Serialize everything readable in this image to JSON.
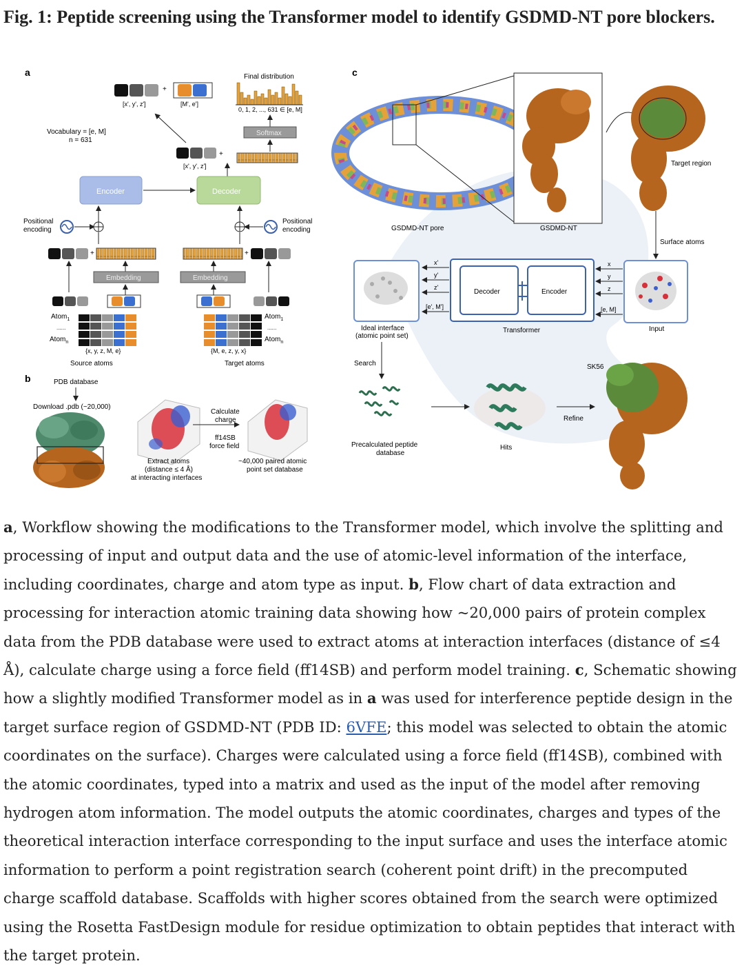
{
  "title": "Fig. 1: Peptide screening using the Transformer model to identify GSDMD-NT pore blockers.",
  "panels": {
    "a": {
      "letter": "a",
      "vocab_line1": "Vocabulary = [e, M]",
      "vocab_line2": "n = 631",
      "encoder": "Encoder",
      "decoder": "Decoder",
      "softmax": "Softmax",
      "final_distribution": "Final distribution",
      "final_axis": "0, 1, 2, ..., 631  ∈ [e, M]",
      "xyz_label": "[x', y', z']",
      "me_label": "[M', e']",
      "xyz_label2": "[x', y', z']",
      "positional_left": "Positional encoding",
      "positional_right": "Positional encoding",
      "embedding_left": "Embedding",
      "embedding_right": "Embedding",
      "atom1_left": "Atom1",
      "atomn_left": "Atomn",
      "dots": "......",
      "source_tuple": "{x, y, z, M, e}",
      "source_atoms": "Source atoms",
      "atom1_right": "Atom1",
      "atomn_right": "Atomn",
      "target_tuple": "{M, e, z, y, x}",
      "target_atoms": "Target atoms"
    },
    "b": {
      "letter": "b",
      "pdb_database": "PDB database",
      "download": "Download .pdb (~20,000)",
      "calculate_charge": "Calculate charge",
      "force_field": "ff14SB force field",
      "extract_atoms": "Extract atoms (distance ≤ 4 Å) at interacting interfaces",
      "paired_db": "~40,000 paired atomic point set database"
    },
    "c": {
      "letter": "c",
      "pore_label": "GSDMD-NT pore",
      "gsdmd_label": "GSDMD-NT",
      "target_region": "Target region",
      "surface_atoms": "Surface atoms",
      "input_label": "Input",
      "decoder": "Decoder",
      "encoder": "Encoder",
      "transformer": "Transformer",
      "ideal_interface": "Ideal interface (atomic point set)",
      "search": "Search",
      "precalc_db": "Precalculated peptide database",
      "hits": "Hits",
      "refine": "Refine",
      "sk56": "SK56",
      "x_prime": "x'",
      "y_prime": "y'",
      "z_prime": "z'",
      "em_prime": "[e', M']",
      "x": "x",
      "y": "y",
      "z": "z",
      "em": "[e, M]"
    }
  },
  "caption": {
    "a_letter": "a",
    "a_text": ", Workflow showing the modifications to the Transformer model, which involve the splitting and processing of input and output data and the use of atomic-level information of the interface, including coordinates, charge and atom type as input. ",
    "b_letter": "b",
    "b_text": ", Flow chart of data extraction and processing for interaction atomic training data showing how ~20,000 pairs of protein complex data from the PDB database were used to extract atoms at interaction interfaces (distance of ≤4 Å), calculate charge using a force field (ff14SB) and perform model training. ",
    "c_letter": "c",
    "c_text1": ", Schematic showing how a slightly modified Transformer model as in ",
    "c_a_ref": "a",
    "c_text2": " was used for interference peptide design in the target surface region of GSDMD-NT (PDB ID: ",
    "pdb_link": "6VFE",
    "c_text3": "; this model was selected to obtain the atomic coordinates on the surface). Charges were calculated using a force field (ff14SB), combined with the atomic coordinates, typed into a matrix and used as the input of the model after removing hydrogen atom information. The model outputs the atomic coordinates, charges and types of the theoretical interaction interface corresponding to the input surface and uses the interface atomic information to perform a point registration search (coherent point drift) in the precomputed charge scaffold database. Scaffolds with higher scores obtained from the search were optimized using the Rosetta FastDesign module for residue optimization to obtain peptides that interact with the target protein."
  },
  "colors": {
    "encoder_blue": "#a9bde8",
    "decoder_green": "#b8d99a",
    "orange_bar": "#e8a33c",
    "protein_brown": "#b5651d",
    "protein_green": "#5a8a3a",
    "link_blue": "#2a5db0"
  }
}
